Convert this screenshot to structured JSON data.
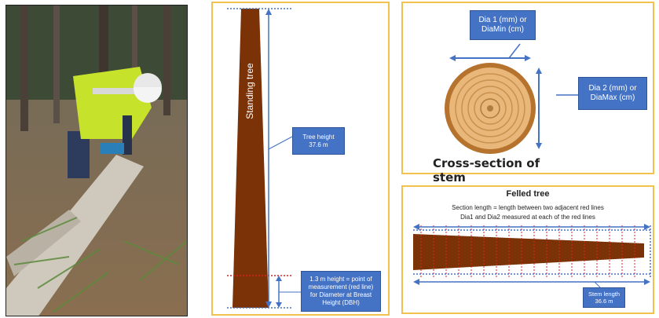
{
  "standing": {
    "vertical_label": "Standing tree",
    "height_label": [
      "Tree height",
      "37.6 m"
    ],
    "dbh_label": [
      "1.3 m height = point of",
      "measurement (red line)",
      "for Diameter at Breast",
      "Height (DBH)"
    ]
  },
  "cross_section": {
    "dia1_label": [
      "Dia 1 (mm) or",
      "DiaMin (cm)"
    ],
    "dia2_label": [
      "Dia 2 (mm) or",
      "DiaMax (cm)"
    ],
    "title": "Cross-section of stem"
  },
  "felled": {
    "title": "Felled tree",
    "note1": "Section length = length between two adjacent red lines",
    "note2": "Dia1 and Dia2 measured at each of the red lines",
    "length_label": [
      "Stem length",
      "36.6 m"
    ]
  },
  "colors": {
    "panel_border": "#f2c14e",
    "trunk": "#7b3206",
    "label_box": "#4472c4",
    "measure_line": "#4472c4",
    "cut_line": "#e02020"
  }
}
